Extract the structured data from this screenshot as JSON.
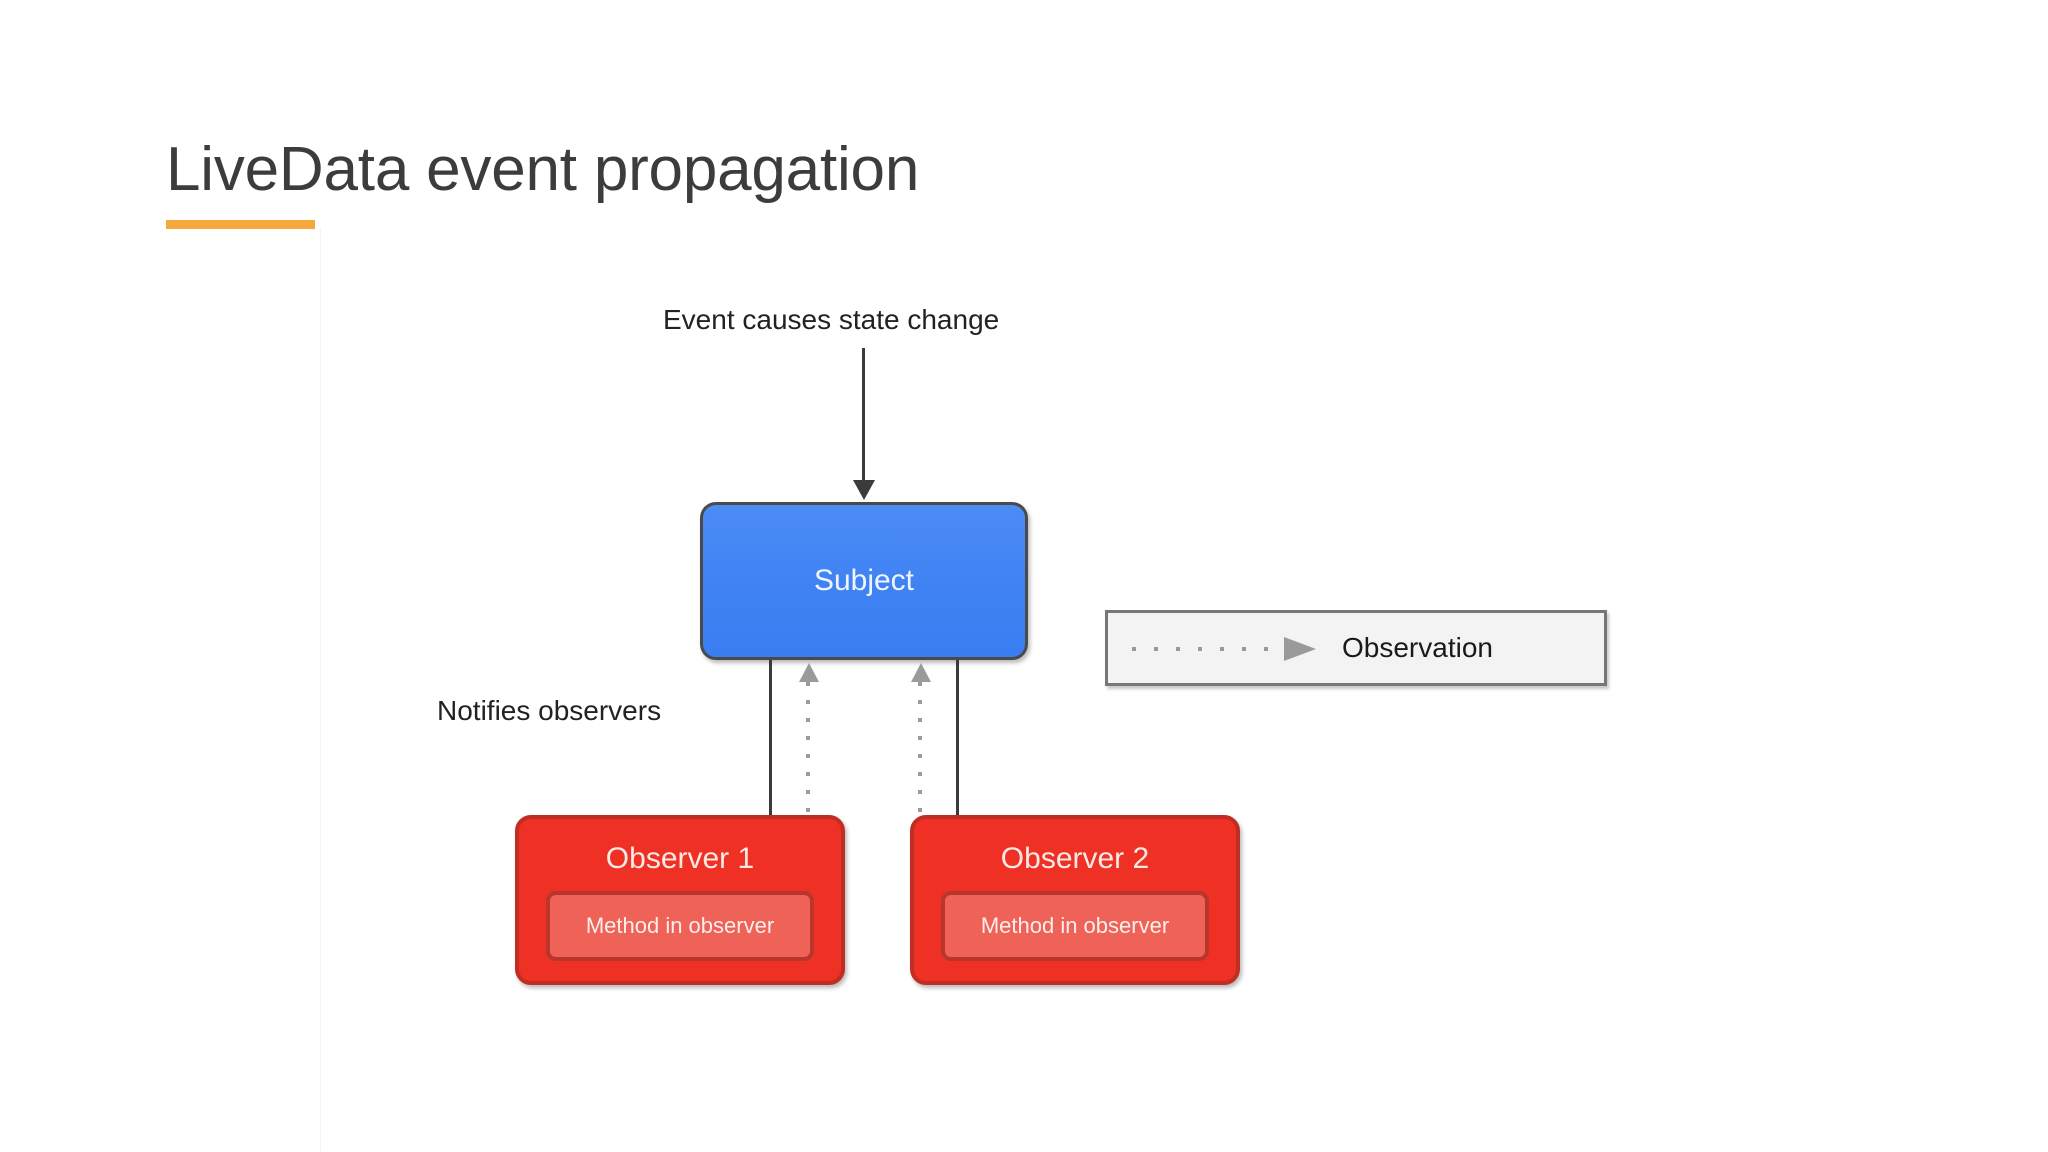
{
  "slide": {
    "title": "LiveData event propagation",
    "accent_color": "#f5a93c"
  },
  "diagram": {
    "labels": {
      "event": "Event causes state change",
      "notifies": "Notifies observers"
    },
    "nodes": {
      "subject": {
        "title": "Subject",
        "fill": "#3f82f3",
        "border": "#4a4a4a",
        "text_color": "#f0f4ff"
      },
      "observer_1": {
        "title": "Observer 1",
        "method": "Method in observer",
        "fill": "#ee3124",
        "border": "#c02d22",
        "inner_fill": "#ef6257",
        "inner_border": "#b8362b"
      },
      "observer_2": {
        "title": "Observer 2",
        "method": "Method in observer",
        "fill": "#ee3124",
        "border": "#c02d22",
        "inner_fill": "#ef6257",
        "inner_border": "#b8362b"
      }
    },
    "legend": {
      "label": "Observation",
      "line_style": "dotted",
      "arrow_color": "#9a9a9a",
      "box_fill": "#f3f3f3",
      "box_border": "#777777"
    },
    "connectors": [
      {
        "name": "event-to-subject",
        "from": "event-label",
        "to": "subject",
        "style": "solid",
        "direction": "down",
        "color": "#3b3b3b"
      },
      {
        "name": "subject-to-observer-1",
        "from": "subject",
        "to": "observer_1",
        "style": "solid",
        "direction": "down",
        "color": "#3b3b3b"
      },
      {
        "name": "subject-to-observer-2",
        "from": "subject",
        "to": "observer_2",
        "style": "solid",
        "direction": "down",
        "color": "#3b3b3b"
      },
      {
        "name": "observer-1-to-subject",
        "from": "observer_1",
        "to": "subject",
        "style": "dotted",
        "direction": "up",
        "color": "#9a9a9a"
      },
      {
        "name": "observer-2-to-subject",
        "from": "observer_2",
        "to": "subject",
        "style": "dotted",
        "direction": "up",
        "color": "#9a9a9a"
      }
    ]
  }
}
